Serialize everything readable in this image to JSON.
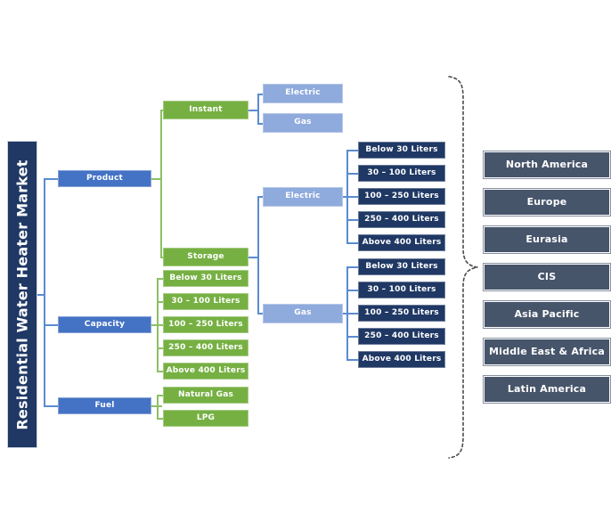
{
  "title": {
    "text": "Residential Water Heater Market"
  },
  "segments": [
    {
      "id": "product",
      "label": "Product"
    },
    {
      "id": "capacity",
      "label": "Capacity"
    },
    {
      "id": "fuel",
      "label": "Fuel"
    }
  ],
  "product": {
    "types": [
      {
        "id": "instant",
        "label": "Instant"
      },
      {
        "id": "storage",
        "label": "Storage"
      }
    ],
    "instant_fuels": [
      {
        "id": "instant-electric",
        "label": "Electric"
      },
      {
        "id": "instant-gas",
        "label": "Gas"
      }
    ],
    "storage_fuels": [
      {
        "id": "storage-electric",
        "label": "Electric"
      },
      {
        "id": "storage-gas",
        "label": "Gas"
      }
    ],
    "storage_electric_capacities": [
      "Below 30 Liters",
      "30 –  100 Liters",
      "100 –  250 Liters",
      "250 –  400 Liters",
      "Above 400 Liters"
    ],
    "storage_gas_capacities": [
      "Below 30 Liters",
      "30 –  100 Liters",
      "100 –  250 Liters",
      "250 –  400 Liters",
      "Above 400 Liters"
    ]
  },
  "capacity": {
    "items": [
      "Below 30 Liters",
      "30 –  100 Liters",
      "100 –  250 Liters",
      "250 –  400 Liters",
      "Above 400 Liters"
    ]
  },
  "fuel": {
    "items": [
      "Natural Gas",
      "LPG"
    ]
  },
  "regions": {
    "items": [
      "North America",
      "Europe",
      "Eurasia",
      "CIS",
      "Asia Pacific",
      "Middle East & Africa",
      "Latin America"
    ]
  },
  "colors": {
    "title_navy": "#1f3864",
    "segment_blue": "#4472c4",
    "branch_green": "#76b043",
    "fuel_lightblue": "#8faadc",
    "capacity_navy": "#1f3864",
    "region_slate": "#47556b",
    "connector_blue": "#5b8bd0",
    "connector_green": "#8dc063"
  }
}
